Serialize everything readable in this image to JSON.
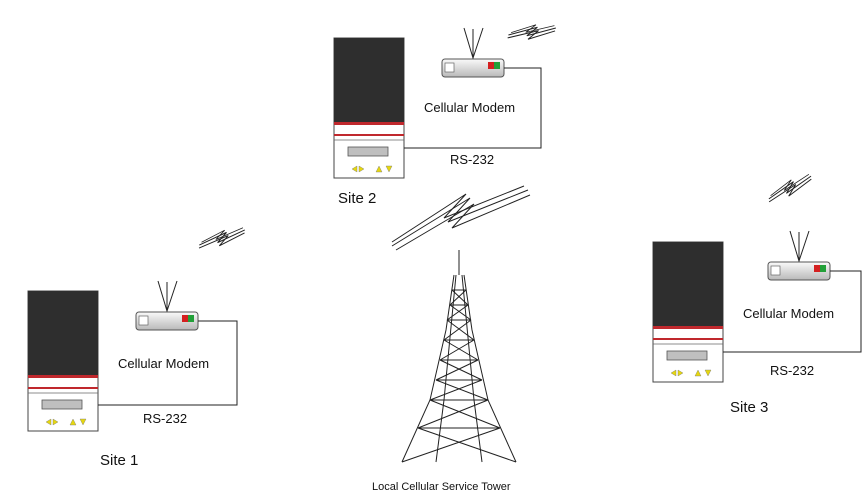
{
  "diagram": {
    "tower": {
      "label": "Local Cellular Service Tower"
    },
    "sites": [
      {
        "id": "site-1",
        "label": "Site 1",
        "modem_label": "Cellular Modem",
        "link_label": "RS-232"
      },
      {
        "id": "site-2",
        "label": "Site 2",
        "modem_label": "Cellular Modem",
        "link_label": "RS-232"
      },
      {
        "id": "site-3",
        "label": "Site 3",
        "modem_label": "Cellular Modem",
        "link_label": "RS-232"
      }
    ],
    "colors": {
      "cabinet_dark": "#2e2e2e",
      "cabinet_stripe": "#c0282d",
      "keypad_yellow": "#e6d70f",
      "led_red": "#d42020",
      "led_green": "#22a038",
      "line": "#222222"
    }
  }
}
